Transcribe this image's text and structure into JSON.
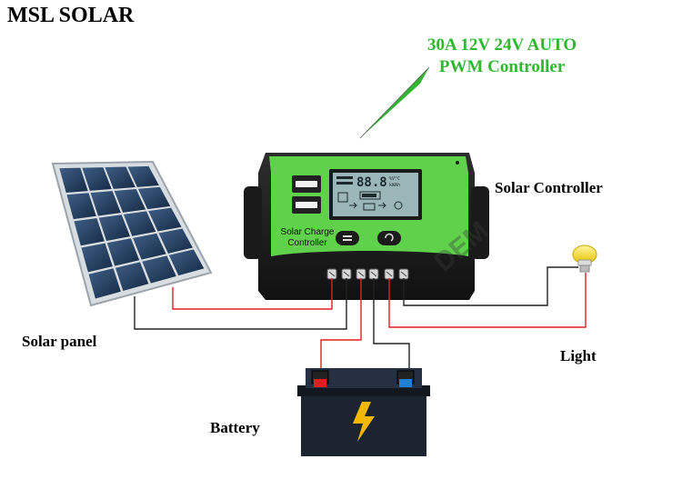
{
  "brand": "MSL SOLAR",
  "product": {
    "line1": "30A 12V 24V AUTO",
    "line2": "PWM Controller"
  },
  "labels": {
    "solar_controller": "Solar Controller",
    "solar_panel": "Solar panel",
    "light": "Light",
    "battery": "Battery"
  },
  "controller_face": {
    "line1": "Solar Charge",
    "line2": "Controller",
    "lcd_value": "88.8",
    "lcd_units_top": "%V°C",
    "lcd_units_bottom": "kWAh"
  },
  "colors": {
    "accent_green": "#2fb82f",
    "controller_green": "#5fd14a",
    "positive_wire": "#e02020",
    "negative_wire": "#222222",
    "battery_body": "#1c2430",
    "bolt": "#f5b800"
  }
}
